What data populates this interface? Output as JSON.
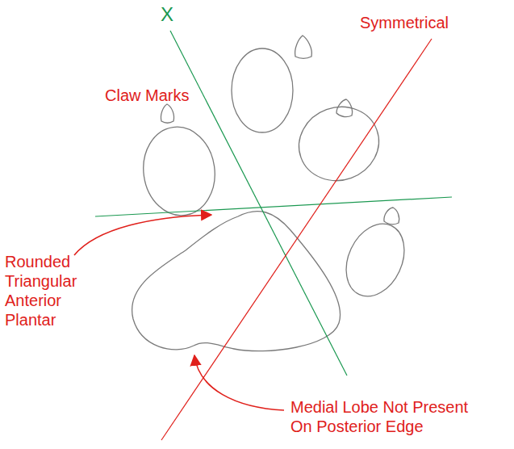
{
  "diagram": {
    "labels": [
      "X",
      "Symmetrical",
      "Claw Marks",
      "Rounded Triangular Anterior Plantar",
      "Medial Lobe Not Present On Posterior Edge"
    ]
  }
}
